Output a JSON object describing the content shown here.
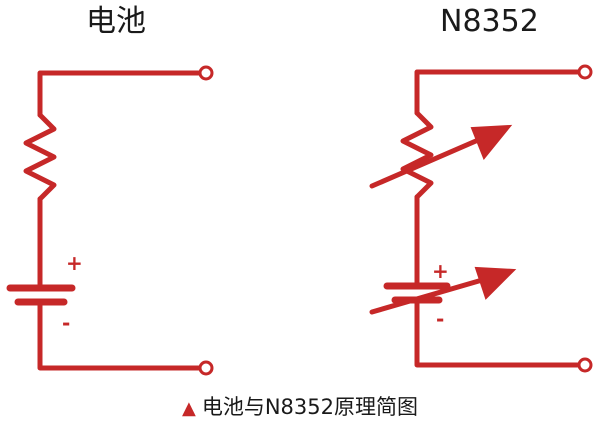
{
  "diagram": {
    "left_title": "电池",
    "right_title": "N8352",
    "caption_marker": "▲",
    "caption": "电池与N8352原理简图",
    "sign_plus": "+",
    "sign_minus": "-"
  },
  "colors": {
    "wire": "#c62828",
    "text": "#1a1a1a",
    "background": "#ffffff"
  }
}
